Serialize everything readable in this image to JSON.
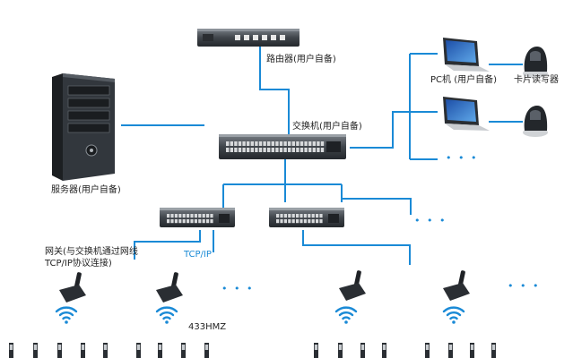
{
  "colors": {
    "link": "#1a8ad6",
    "device_dark": "#2f3338",
    "device_mid": "#5a6068",
    "wifi": "#1a8ad6"
  },
  "labels": {
    "router": "路由器(用户自备)",
    "switch": "交换机(用户自备)",
    "server": "服务器(用户自备)",
    "pc": "PC机 (用户自备)",
    "card_reader": "卡片读写器",
    "tcpip": "TCP/IP",
    "gateway": "网关(与交换机通过网线TCP/IP协议连接)",
    "frequency": "433HMZ",
    "ellipsis": "• • •"
  },
  "icons": {
    "router": "router-icon",
    "switch": "switch-icon",
    "server": "server-icon",
    "laptop": "laptop-icon",
    "card_reader": "card-reader-icon",
    "gateway": "gateway-antenna-icon",
    "wifi": "wifi-icon",
    "tag": "rfid-tag-icon"
  }
}
